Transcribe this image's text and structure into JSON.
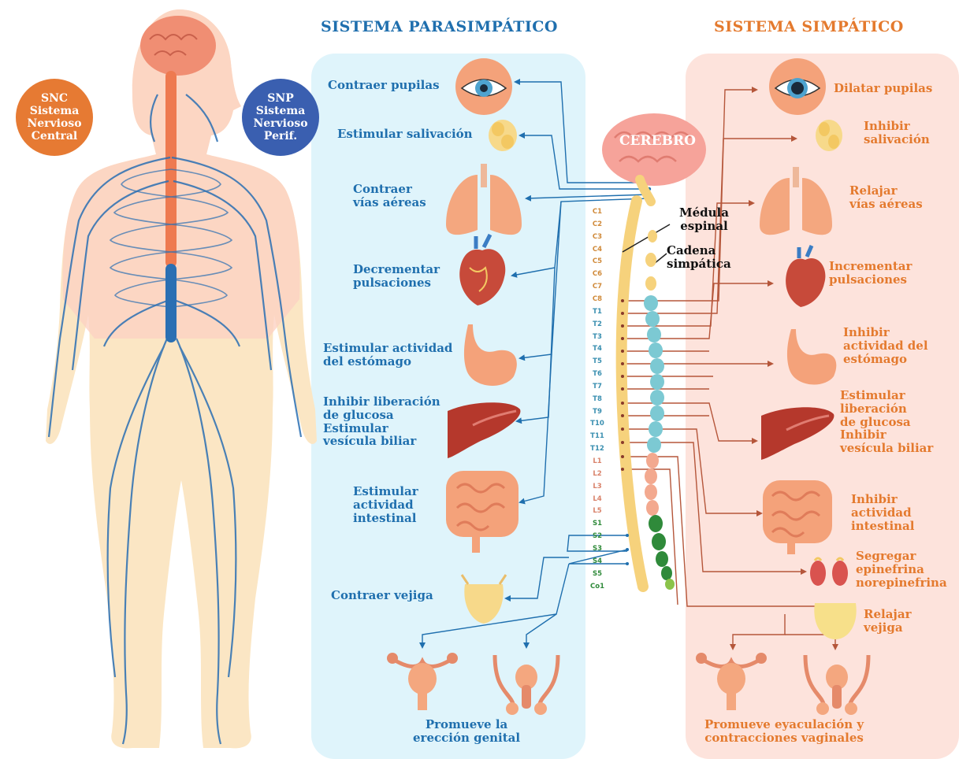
{
  "headings": {
    "parasympathetic": "SISTEMA PARASIMPÁTICO",
    "sympathetic": "SISTEMA SIMPÁTICO"
  },
  "badges": {
    "snc": [
      "SNC",
      "Sistema",
      "Nervioso",
      "Central"
    ],
    "snp": [
      "SNP",
      "Sistema",
      "Nervioso",
      "Perif."
    ]
  },
  "center": {
    "brain": "CEREBRO",
    "spinal_cord": [
      "Médula",
      "espinal"
    ],
    "sympathetic_chain": [
      "Cadena",
      "simpática"
    ]
  },
  "segments": [
    "C1",
    "C2",
    "C3",
    "C4",
    "C5",
    "C6",
    "C7",
    "C8",
    "T1",
    "T2",
    "T3",
    "T4",
    "T5",
    "T6",
    "T7",
    "T8",
    "T9",
    "T10",
    "T11",
    "T12",
    "L1",
    "L2",
    "L3",
    "L4",
    "L5",
    "S1",
    "S2",
    "S3",
    "S4",
    "S5",
    "Co1"
  ],
  "parasympathetic": {
    "pupils": "Contraer pupilas",
    "saliva": "Estimular salivación",
    "airways": [
      "Contraer",
      "vías aéreas"
    ],
    "heart": [
      "Decrementar",
      "pulsaciones"
    ],
    "stomach": [
      "Estimular actividad",
      "del estómago"
    ],
    "liver": [
      "Inhibir liberación",
      "de glucosa",
      "Estimular",
      "vesícula biliar"
    ],
    "intestine": [
      "Estimular",
      "actividad",
      "intestinal"
    ],
    "bladder": "Contraer vejiga",
    "genital": [
      "Promueve la",
      "erección genital"
    ]
  },
  "sympathetic": {
    "pupils": "Dilatar pupilas",
    "saliva": [
      "Inhibir",
      "salivación"
    ],
    "airways": [
      "Relajar",
      "vías aéreas"
    ],
    "heart": [
      "Incrementar",
      "pulsaciones"
    ],
    "stomach": [
      "Inhibir",
      "actividad del",
      "estómago"
    ],
    "liver": [
      "Estimular",
      "liberación",
      "de glucosa",
      "Inhibir",
      "vesícula biliar"
    ],
    "intestine": [
      "Inhibir",
      "actividad",
      "intestinal"
    ],
    "adrenal": [
      "Segregar",
      "epinefrina",
      "norepinefrina"
    ],
    "bladder": [
      "Relajar",
      "vejiga"
    ],
    "genital": [
      "Promueve eyaculación y",
      "contracciones vaginales"
    ]
  },
  "colors": {
    "parasympathetic": "#1f6fae",
    "sympathetic": "#e47a2e",
    "para_panel": "#dff4fb",
    "symp_panel": "#fde3dc",
    "cervical_segments": "#d08a3a",
    "thoracic_segments": "#3a8fb0",
    "lumbar_segments": "#d9826a",
    "sacral_segments": "#2f8a3a"
  },
  "icons": [
    "human-body-nervous-system",
    "eye-icon",
    "salivary-gland-icon",
    "lungs-icon",
    "heart-icon",
    "stomach-icon",
    "liver-icon",
    "intestine-icon",
    "bladder-icon",
    "uterus-icon",
    "male-reproductive-icon",
    "adrenal-gland-icon",
    "brain-icon"
  ]
}
